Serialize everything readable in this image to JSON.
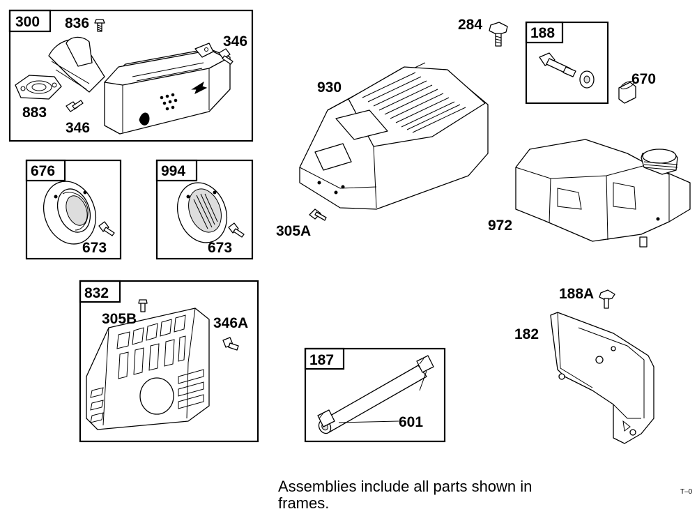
{
  "frames": {
    "f300": "300",
    "f676": "676",
    "f994": "994",
    "f832": "832",
    "f188": "188",
    "f187": "187"
  },
  "labels": {
    "l836": "836",
    "l346a": "346",
    "l883": "883",
    "l346b": "346",
    "l673a": "673",
    "l673b": "673",
    "l305b": "305B",
    "l346A": "346A",
    "l930": "930",
    "l305A": "305A",
    "l284": "284",
    "l670": "670",
    "l972": "972",
    "l188A": "188A",
    "l182": "182",
    "l601": "601"
  },
  "footnote": "Assemblies include all parts shown in frames.",
  "drawing_code": "T–0"
}
